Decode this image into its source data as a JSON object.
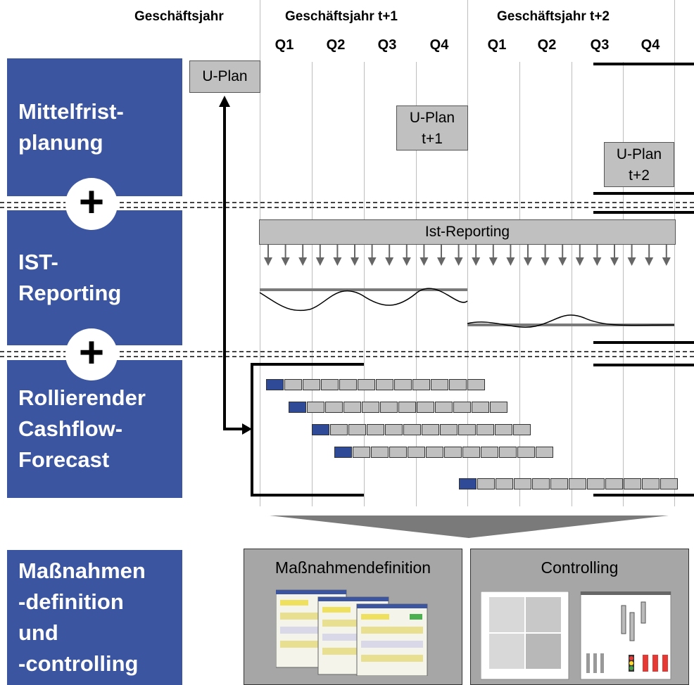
{
  "header": {
    "year": "Geschäftsjahr",
    "year_t1": "Geschäftsjahr t+1",
    "year_t2": "Geschäftsjahr t+2",
    "quarters_t1": [
      "Q1",
      "Q2",
      "Q3",
      "Q4"
    ],
    "quarters_t2": [
      "Q1",
      "Q2",
      "Q3",
      "Q4"
    ]
  },
  "rows": {
    "mittelfrist": [
      "Mittelfrist-",
      "planung"
    ],
    "ist": [
      "IST-",
      "Reporting"
    ],
    "rollierend": [
      "Rollierender",
      "Cashflow-",
      "Forecast"
    ],
    "massnahmen": [
      "Maßnahmen",
      "-definition",
      "und",
      "-controlling"
    ]
  },
  "plus_symbol": "+",
  "plans": {
    "u_plan": "U-Plan",
    "u_plan_t1_line1": "U-Plan",
    "u_plan_t1_line2": "t+1",
    "u_plan_t2_line1": "U-Plan",
    "u_plan_t2_line2": "t+2"
  },
  "ist_reporting_label": "Ist-Reporting",
  "forecast_rows": 5,
  "panels": {
    "definition_title": "Maßnahmendefinition",
    "controlling_title": "Controlling"
  },
  "colors": {
    "accent_blue": "#3b55a0",
    "box_gray": "#c0c0c0",
    "panel_gray": "#a6a6a6"
  }
}
